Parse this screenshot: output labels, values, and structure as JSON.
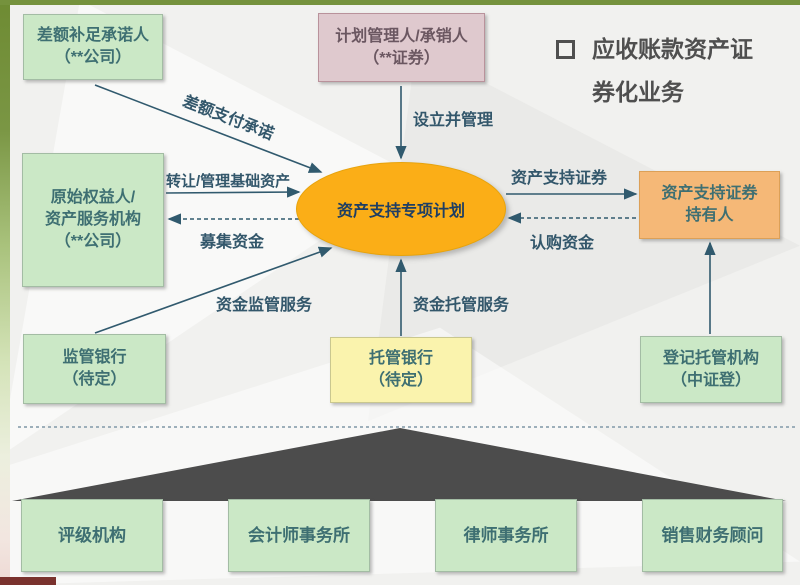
{
  "title": {
    "line1": "应收账款资产证",
    "line2": "券化业务",
    "bullet_icon": "square-outline-icon"
  },
  "nodes": {
    "chabu": {
      "line1": "差额补足承诺人",
      "line2": "（**公司）"
    },
    "jihua": {
      "line1": "计划管理人/承销人",
      "line2": "（**证券）"
    },
    "yuanshi": {
      "line1": "原始权益人/",
      "line2": "资产服务机构",
      "line3": "（**公司）"
    },
    "plan": {
      "label": "资产支持专项计划"
    },
    "holder": {
      "line1": "资产支持证券",
      "line2": "持有人"
    },
    "jianguan": {
      "line1": "监管银行",
      "line2": "（待定）"
    },
    "tuoguan": {
      "line1": "托管银行",
      "line2": "（待定）"
    },
    "dengji": {
      "line1": "登记托管机构",
      "line2": "（中证登）"
    },
    "pingji": {
      "label": "评级机构"
    },
    "kuaiji": {
      "label": "会计师事务所"
    },
    "lvshi": {
      "label": "律师事务所"
    },
    "xiaoshou": {
      "label": "销售财务顾问"
    }
  },
  "edges": {
    "chae_zhifu": "差额支付承诺",
    "sheli": "设立并管理",
    "zhuanrang": "转让/管理基础资产",
    "muji": "募集资金",
    "jianguan_fuwu": "资金监管服务",
    "tuoguan_fuwu": "资金托管服务",
    "zhengquan": "资产支持证券",
    "rengou": "认购资金"
  },
  "colors": {
    "green_box_bg": "#CBE8C6",
    "pink_box_bg": "#DFC9CE",
    "yellow_box_bg": "#FAF3AD",
    "orange_box_bg": "#F5B877",
    "ellipse_bg": "#FBAE17",
    "arrow": "#315A6E",
    "triangle": "#4C4C4C",
    "title_text": "#4F4F4F",
    "top_bar": "#75923D",
    "corner_bar": "#7A322E"
  }
}
